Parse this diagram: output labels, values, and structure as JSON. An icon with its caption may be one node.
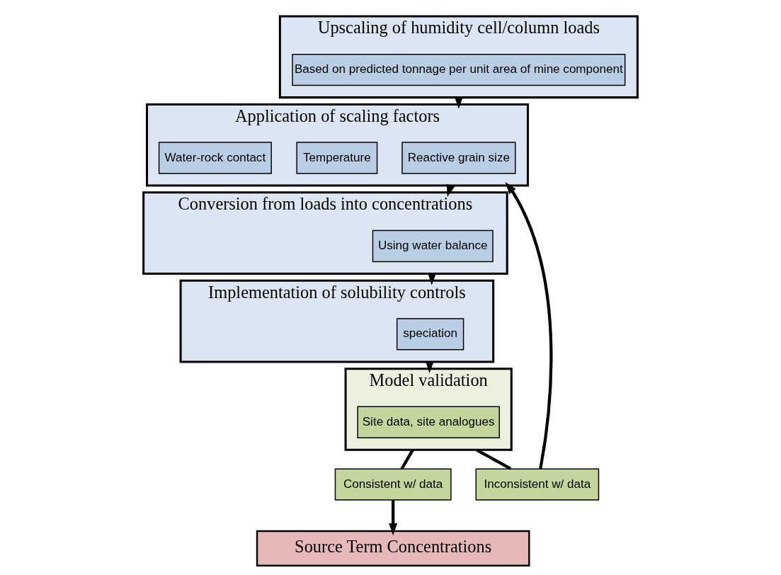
{
  "diagram": {
    "nodes": [
      {
        "text": [
          "Upscaling of humidity cell/column loads"
        ]
      },
      {
        "text": [
          "Based on predicted tonnage per unit area of mine component"
        ],
        "in": 0
      },
      {
        "text": [
          "Application of scaling factors"
        ]
      },
      {
        "text": [
          "Reactive grain size"
        ],
        "in": 2
      },
      {
        "text": [
          "Temperature"
        ],
        "in": 2
      },
      {
        "text": [
          "Water-rock contact"
        ],
        "in": 2
      },
      {
        "text": [
          "Conversion from loads into concentrations"
        ]
      },
      {
        "text": [
          "Using water balance"
        ],
        "in": 6
      },
      {
        "text": [
          "Implementation of solubility controls"
        ]
      },
      {
        "text": [
          "speciation"
        ],
        "in": 8
      },
      {
        "text": [
          "Model validation"
        ]
      },
      {
        "text": [
          "Site data, site analogues"
        ],
        "in": 10
      },
      {
        "text": [
          "Inconsistent w/ data"
        ]
      },
      {
        "text": [
          "Consistent w/ data"
        ]
      },
      {
        "text": [
          "Source Term Concentrations"
        ]
      }
    ],
    "edges": [
      {
        "from": 0,
        "to": 2,
        "arrow": "to"
      },
      {
        "from": 2,
        "to": 6,
        "arrow": "to"
      },
      {
        "from": 6,
        "to": 8,
        "arrow": "to"
      },
      {
        "from": 8,
        "to": 10,
        "arrow": "to"
      },
      {
        "from": 10,
        "to": 12,
        "arrow": "none"
      },
      {
        "from": 12,
        "to": 2,
        "arrow": "to"
      },
      {
        "from": 10,
        "to": 13,
        "arrow": "none"
      },
      {
        "from": 13,
        "to": 14,
        "arrow": "to"
      }
    ]
  }
}
